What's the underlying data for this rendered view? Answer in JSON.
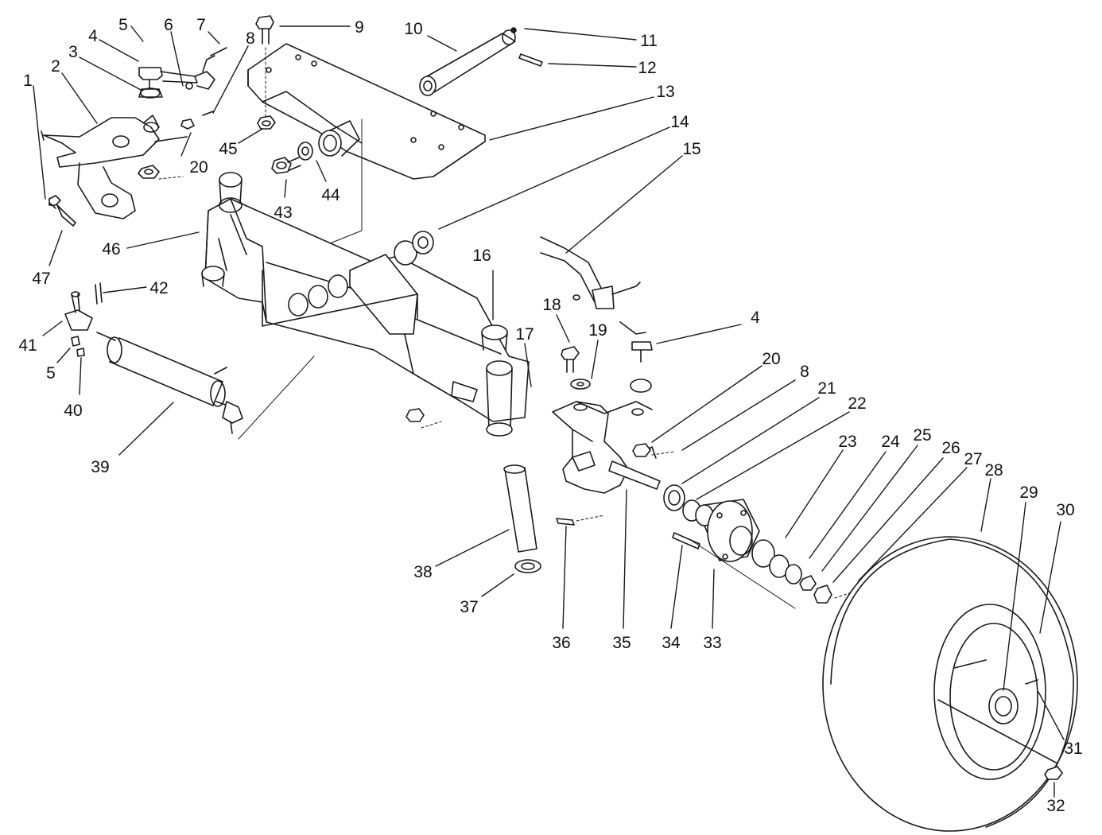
{
  "diagram": {
    "callouts": [
      {
        "id": "1",
        "text": "1"
      },
      {
        "id": "2",
        "text": "2"
      },
      {
        "id": "3",
        "text": "3"
      },
      {
        "id": "4a",
        "text": "4"
      },
      {
        "id": "5a",
        "text": "5"
      },
      {
        "id": "6",
        "text": "6"
      },
      {
        "id": "7",
        "text": "7"
      },
      {
        "id": "8a",
        "text": "8"
      },
      {
        "id": "9",
        "text": "9"
      },
      {
        "id": "10",
        "text": "10"
      },
      {
        "id": "11",
        "text": "11"
      },
      {
        "id": "12",
        "text": "12"
      },
      {
        "id": "13",
        "text": "13"
      },
      {
        "id": "14",
        "text": "14"
      },
      {
        "id": "15",
        "text": "15"
      },
      {
        "id": "16",
        "text": "16"
      },
      {
        "id": "17",
        "text": "17"
      },
      {
        "id": "18",
        "text": "18"
      },
      {
        "id": "19",
        "text": "19"
      },
      {
        "id": "4b",
        "text": "4"
      },
      {
        "id": "20a",
        "text": "20"
      },
      {
        "id": "20b",
        "text": "20"
      },
      {
        "id": "8b",
        "text": "8"
      },
      {
        "id": "21",
        "text": "21"
      },
      {
        "id": "22",
        "text": "22"
      },
      {
        "id": "23",
        "text": "23"
      },
      {
        "id": "24",
        "text": "24"
      },
      {
        "id": "25",
        "text": "25"
      },
      {
        "id": "26",
        "text": "26"
      },
      {
        "id": "27",
        "text": "27"
      },
      {
        "id": "28",
        "text": "28"
      },
      {
        "id": "29",
        "text": "29"
      },
      {
        "id": "30",
        "text": "30"
      },
      {
        "id": "31",
        "text": "31"
      },
      {
        "id": "32",
        "text": "32"
      },
      {
        "id": "33",
        "text": "33"
      },
      {
        "id": "34",
        "text": "34"
      },
      {
        "id": "35",
        "text": "35"
      },
      {
        "id": "36",
        "text": "36"
      },
      {
        "id": "37",
        "text": "37"
      },
      {
        "id": "38",
        "text": "38"
      },
      {
        "id": "39",
        "text": "39"
      },
      {
        "id": "40",
        "text": "40"
      },
      {
        "id": "41",
        "text": "41"
      },
      {
        "id": "42",
        "text": "42"
      },
      {
        "id": "43",
        "text": "43"
      },
      {
        "id": "44",
        "text": "44"
      },
      {
        "id": "45",
        "text": "45"
      },
      {
        "id": "46",
        "text": "46"
      },
      {
        "id": "47",
        "text": "47"
      },
      {
        "id": "5b",
        "text": "5"
      }
    ]
  }
}
